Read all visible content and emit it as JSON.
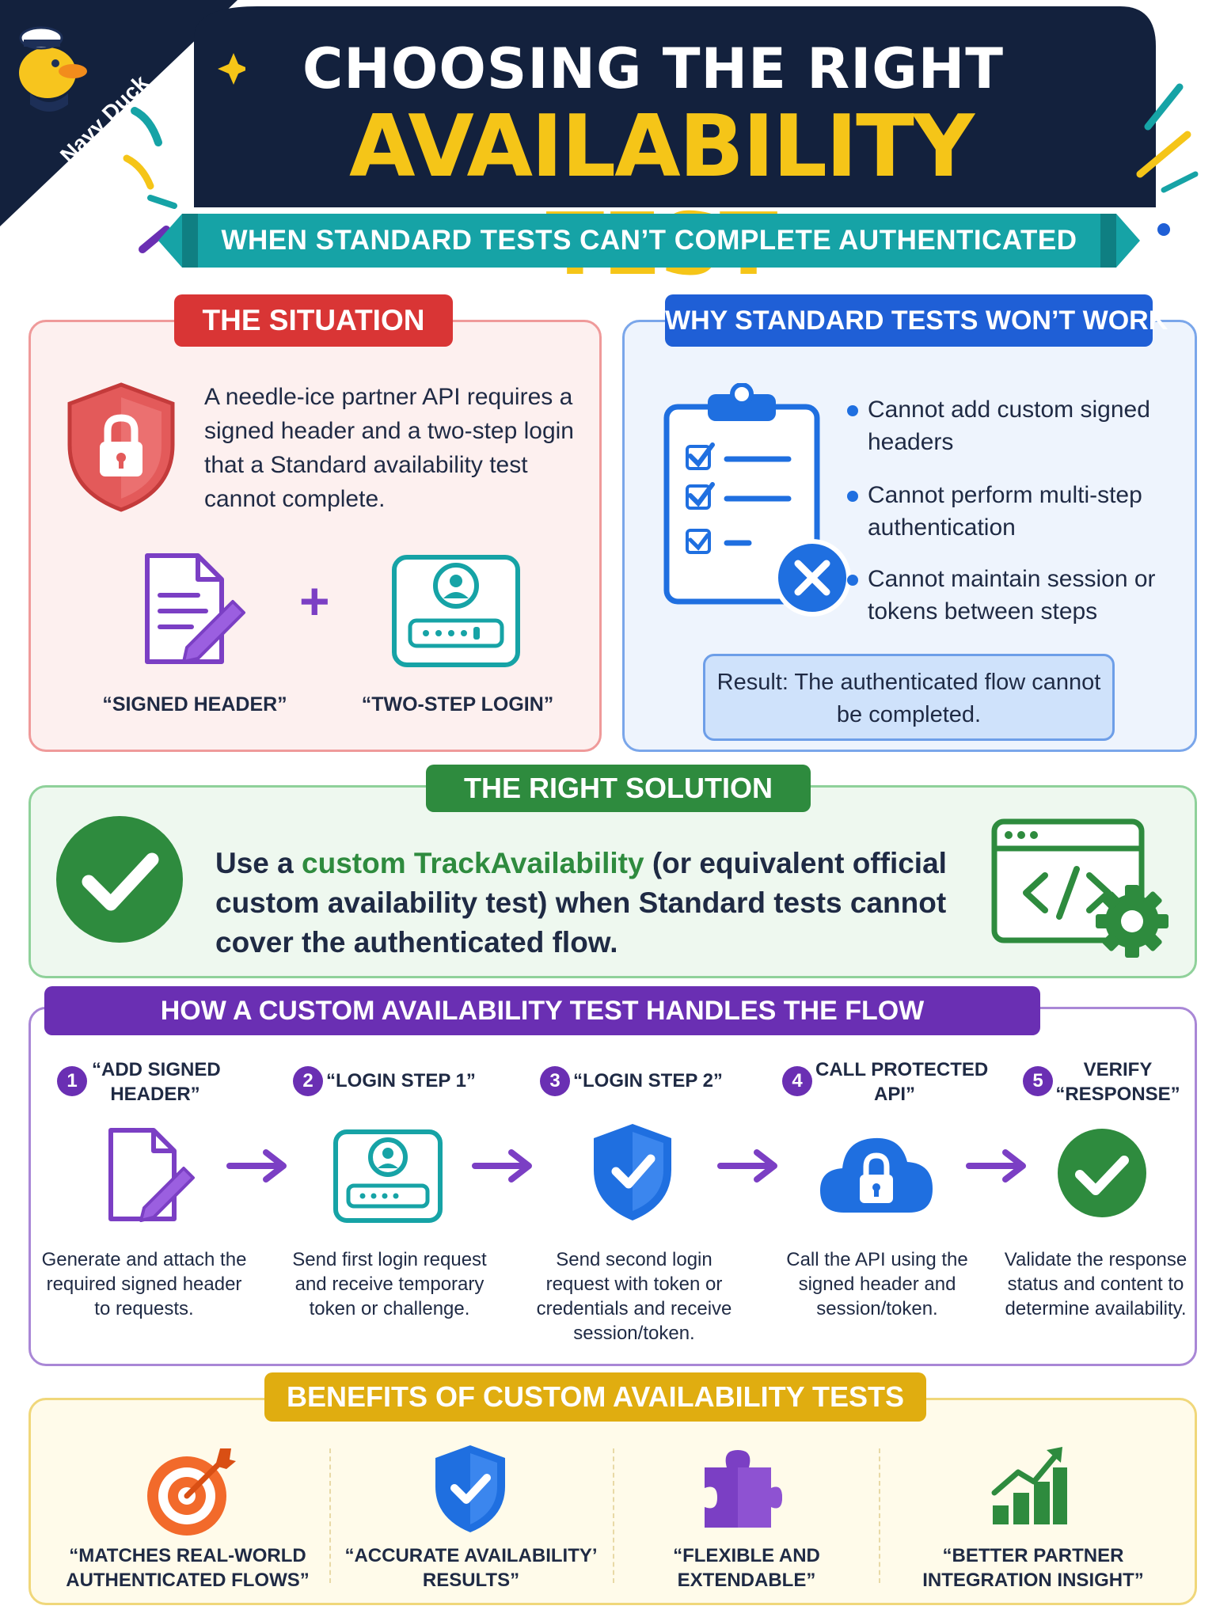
{
  "header": {
    "title_line1": "CHOOSING THE RIGHT",
    "title_line2": "AVAILABILITY TEST",
    "subtitle": "WHEN STANDARD TESTS CAN’T COMPLETE AUTHENTICATED FLOWS",
    "mascot_label": "Navy Duck"
  },
  "situation": {
    "tag": "THE SITUATION",
    "text": "A needle-ice partner API requires a signed header and a two-step login that a Standard availability test cannot complete.",
    "plus": "+",
    "left_caption": "“SIGNED HEADER”",
    "right_caption": "“TWO-STEP LOGIN”"
  },
  "why": {
    "tag": "WHY STANDARD TESTS WON’T WORK",
    "bullets": [
      "Cannot add custom signed headers",
      "Cannot perform multi-step authentication",
      "Cannot maintain session or tokens between steps"
    ],
    "result": "Result: The authenticated flow cannot be completed."
  },
  "solution": {
    "tag": "THE RIGHT SOLUTION",
    "text_pre": "Use a ",
    "text_highlight": "custom TrackAvailability",
    "text_post": " (or equivalent official custom availability test) when Standard tests cannot cover the authenticated flow."
  },
  "how": {
    "tag": "HOW A CUSTOM AVAILABILITY TEST HANDLES THE FLOW",
    "steps": [
      {
        "num": "1",
        "title_a": "“ADD SIGNED",
        "title_b": "HEADER”",
        "desc": "Generate and attach the required signed header to requests."
      },
      {
        "num": "2",
        "title_a": "“LOGIN STEP 1”",
        "title_b": "",
        "desc": "Send first login request and receive temporary token or challenge."
      },
      {
        "num": "3",
        "title_a": "“LOGIN STEP 2”",
        "title_b": "",
        "desc": "Send second login request with token or credentials and receive session/token."
      },
      {
        "num": "4",
        "title_a": "CALL PROTECTED",
        "title_b": "API”",
        "desc": "Call the API using the signed header and session/token."
      },
      {
        "num": "5",
        "title_a": "VERIFY",
        "title_b": "“RESPONSE”",
        "desc": "Validate the response status and content to determine availability."
      }
    ]
  },
  "benefits": {
    "tag": "BENEFITS OF CUSTOM AVAILABILITY TESTS",
    "items": [
      {
        "label": "“MATCHES REAL-WORLD AUTHENTICATED FLOWS”",
        "icon": "target-icon"
      },
      {
        "label": "“ACCURATE AVAILABILITY’ RESULTS”",
        "icon": "shield-check-icon"
      },
      {
        "label": "“FLEXIBLE AND EXTENDABLE”",
        "icon": "puzzle-icon"
      },
      {
        "label": "“BETTER PARTNER INTEGRATION INSIGHT”",
        "icon": "growth-chart-icon"
      }
    ]
  },
  "colors": {
    "navy": "#13213d",
    "yellow": "#f5c518",
    "teal": "#16a3a6",
    "red": "#d93535",
    "blue": "#1f5fd6",
    "green": "#2e8b3e",
    "purple": "#6a2fb3",
    "gold": "#e0ad10"
  }
}
